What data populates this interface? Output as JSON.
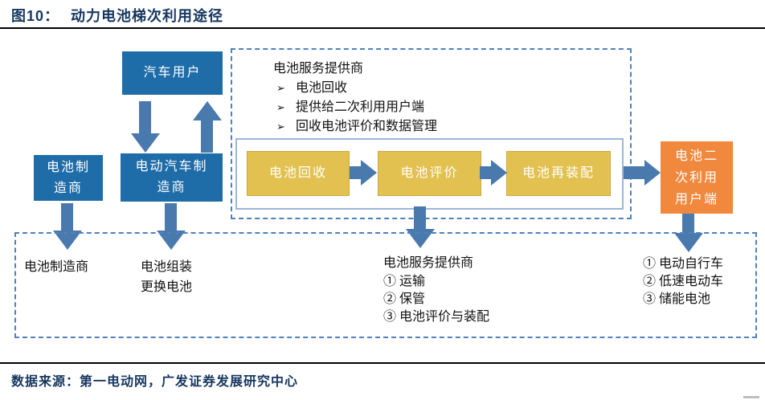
{
  "figure": {
    "label": "图10：",
    "title": "动力电池梯次利用途径",
    "source": "数据来源：第一电动网，广发证券发展研究中心"
  },
  "icons": {
    "bullet": "➢"
  },
  "colors": {
    "title_navy": "#17375E",
    "node_blue": "#1F6DA8",
    "arrow_blue": "#4A79AE",
    "dashed_border_blue": "#4F81BD",
    "inner_border_blue": "#9CB6D9",
    "step_gold": "#E2C150",
    "secondary_orange": "#F0883D"
  },
  "diagram": {
    "car_user": "汽车用户",
    "battery_manufacturer": {
      "lines": [
        "电池制",
        "造商"
      ]
    },
    "ev_manufacturer": {
      "lines": [
        "电动汽车制",
        "造商"
      ]
    },
    "service_box": {
      "title": "电池服务提供商",
      "bullets": [
        "电池回收",
        "提供给二次利用用户端",
        "回收电池评价和数据管理"
      ],
      "steps": [
        "电池回收",
        "电池评价",
        "电池再装配"
      ]
    },
    "secondary_user": {
      "lines": [
        "电池二",
        "次利用",
        "用户端"
      ]
    },
    "bottom_zone": {
      "battery_manufacturer": "电池制造商",
      "ev_note_lines": [
        "电池组装",
        "更换电池"
      ],
      "service_title": "电池服务提供商",
      "service_items": [
        "①  运输",
        "②  保管",
        "③  电池评价与装配"
      ],
      "secondary_items": [
        "①  电动自行车",
        "②  低速电动车",
        "③  储能电池"
      ]
    }
  }
}
